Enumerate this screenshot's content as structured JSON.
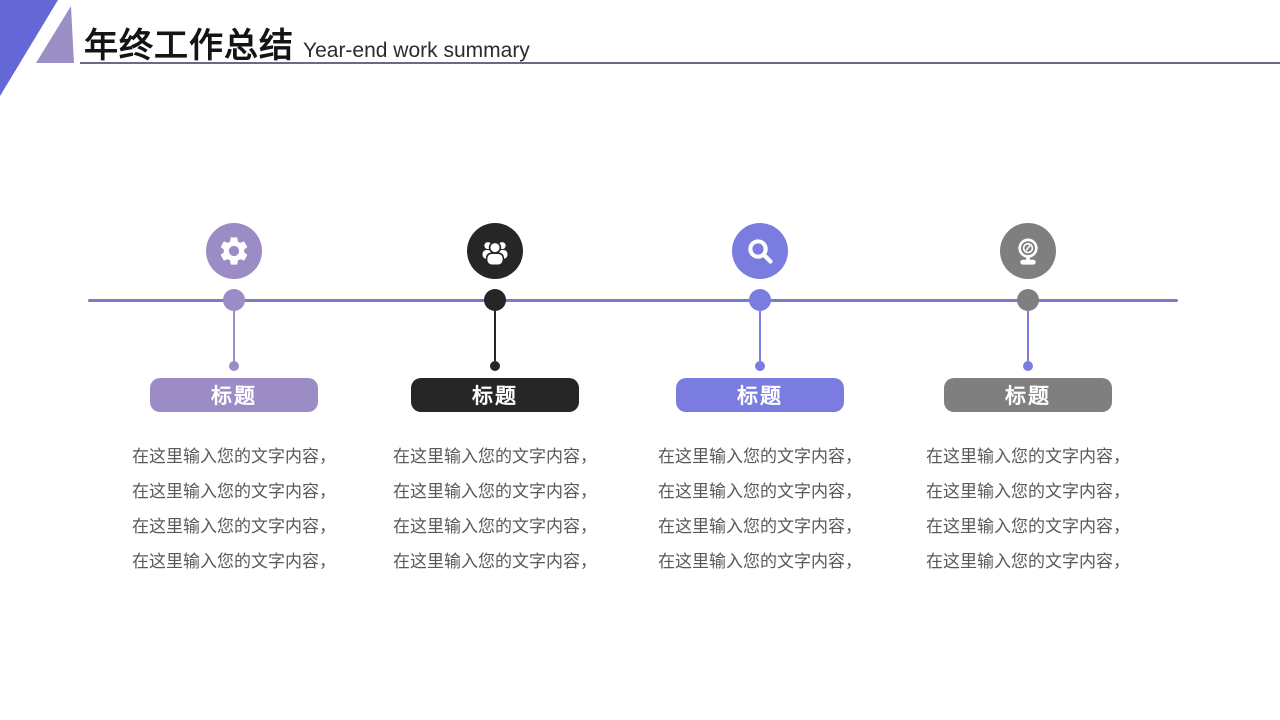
{
  "header": {
    "title_zh": "年终工作总结",
    "title_en": "Year-end work summary"
  },
  "colors": {
    "corner_dark": "#6667d6",
    "corner_light": "#9b8fc5",
    "header_rule": "#666b8e",
    "timeline_line": "#7c7bc9",
    "body_text": "#595959"
  },
  "timeline": {
    "items": [
      {
        "icon": "gear-icon",
        "title": "标题",
        "color": "#9c8cc6",
        "connector_color": "#9c8cc6",
        "body_lines": [
          "在这里输入您的文字内容，",
          "在这里输入您的文字内容，",
          "在这里输入您的文字内容，",
          "在这里输入您的文字内容，"
        ]
      },
      {
        "icon": "users-icon",
        "title": "标题",
        "color": "#262626",
        "connector_color": "#262626",
        "body_lines": [
          "在这里输入您的文字内容，",
          "在这里输入您的文字内容，",
          "在这里输入您的文字内容，",
          "在这里输入您的文字内容，"
        ]
      },
      {
        "icon": "search-icon",
        "title": "标题",
        "color": "#7b7ce0",
        "connector_color": "#7b7ce0",
        "body_lines": [
          "在这里输入您的文字内容，",
          "在这里输入您的文字内容，",
          "在这里输入您的文字内容，",
          "在这里输入您的文字内容，"
        ]
      },
      {
        "icon": "webcam-icon",
        "title": "标题",
        "color": "#7f7f7f",
        "connector_color": "#7b7ce0",
        "body_lines": [
          "在这里输入您的文字内容，",
          "在这里输入您的文字内容，",
          "在这里输入您的文字内容，",
          "在这里输入您的文字内容，"
        ]
      }
    ]
  }
}
